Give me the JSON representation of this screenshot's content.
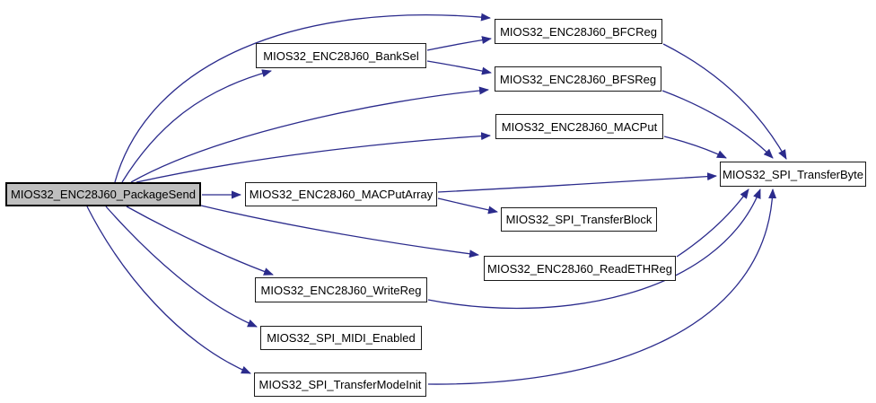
{
  "diagram": {
    "type": "call-graph",
    "nodes": {
      "packageSend": {
        "label": "MIOS32_ENC28J60_PackageSend",
        "highlighted": true
      },
      "bankSel": {
        "label": "MIOS32_ENC28J60_BankSel"
      },
      "bfcReg": {
        "label": "MIOS32_ENC28J60_BFCReg"
      },
      "bfsReg": {
        "label": "MIOS32_ENC28J60_BFSReg"
      },
      "macPut": {
        "label": "MIOS32_ENC28J60_MACPut"
      },
      "macPutArray": {
        "label": "MIOS32_ENC28J60_MACPutArray"
      },
      "transferBlock": {
        "label": "MIOS32_SPI_TransferBlock"
      },
      "readEthReg": {
        "label": "MIOS32_ENC28J60_ReadETHReg"
      },
      "writeReg": {
        "label": "MIOS32_ENC28J60_WriteReg"
      },
      "spiMidiEnabled": {
        "label": "MIOS32_SPI_MIDI_Enabled"
      },
      "transferModeInit": {
        "label": "MIOS32_SPI_TransferModeInit"
      },
      "transferByte": {
        "label": "MIOS32_SPI_TransferByte"
      }
    },
    "edges": [
      [
        "packageSend",
        "bankSel"
      ],
      [
        "packageSend",
        "bfcReg"
      ],
      [
        "packageSend",
        "bfsReg"
      ],
      [
        "packageSend",
        "macPut"
      ],
      [
        "packageSend",
        "macPutArray"
      ],
      [
        "packageSend",
        "readEthReg"
      ],
      [
        "packageSend",
        "writeReg"
      ],
      [
        "packageSend",
        "spiMidiEnabled"
      ],
      [
        "packageSend",
        "transferModeInit"
      ],
      [
        "bankSel",
        "bfcReg"
      ],
      [
        "bankSel",
        "bfsReg"
      ],
      [
        "macPutArray",
        "transferBlock"
      ],
      [
        "macPutArray",
        "transferByte"
      ],
      [
        "bfcReg",
        "transferByte"
      ],
      [
        "bfsReg",
        "transferByte"
      ],
      [
        "macPut",
        "transferByte"
      ],
      [
        "readEthReg",
        "transferByte"
      ],
      [
        "writeReg",
        "transferByte"
      ],
      [
        "transferModeInit",
        "transferByte"
      ]
    ],
    "colors": {
      "edge": "#2b2b8c",
      "node_border": "#000000",
      "node_fill": "#ffffff",
      "highlight_fill": "#bfbfbf",
      "text": "#000000",
      "background": "#ffffff"
    }
  }
}
